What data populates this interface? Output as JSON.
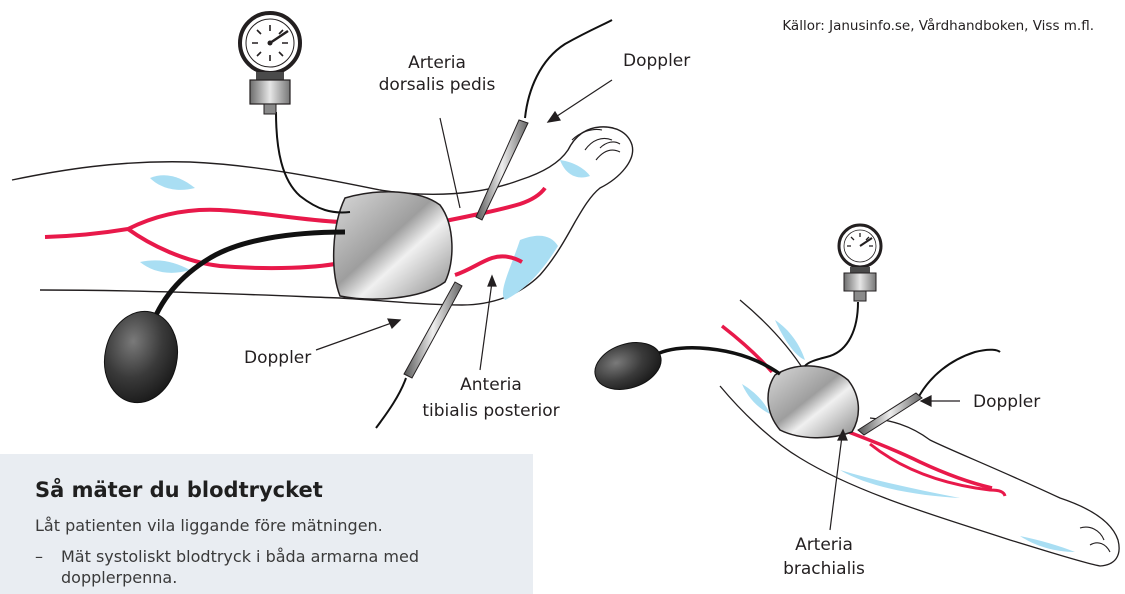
{
  "source_note": "Källor: Janusinfo.se, Vårdhandboken, Viss m.fl.",
  "labels": {
    "arteria_dorsalis": [
      "Arteria",
      "dorsalis pedis"
    ],
    "doppler_top": "Doppler",
    "doppler_left": "Doppler",
    "anteria_tibialis": [
      "Anteria",
      "tibialis posterior"
    ],
    "doppler_arm": "Doppler",
    "arteria_brachialis": [
      "Arteria",
      "brachialis"
    ]
  },
  "info": {
    "title": "Så mäter du blodtrycket",
    "text": "Låt patienten vila liggande före mätningen.",
    "bullets": [
      "Mät systoliskt blodtryck i båda armarna med",
      "dopplerpenna."
    ]
  },
  "colors": {
    "artery": "#e8194a",
    "vein": "#a9def3",
    "outline": "#231f20",
    "cuff": "#b9b9b9",
    "bulb": "#3c3c3c",
    "panel": "#e9edf2"
  }
}
